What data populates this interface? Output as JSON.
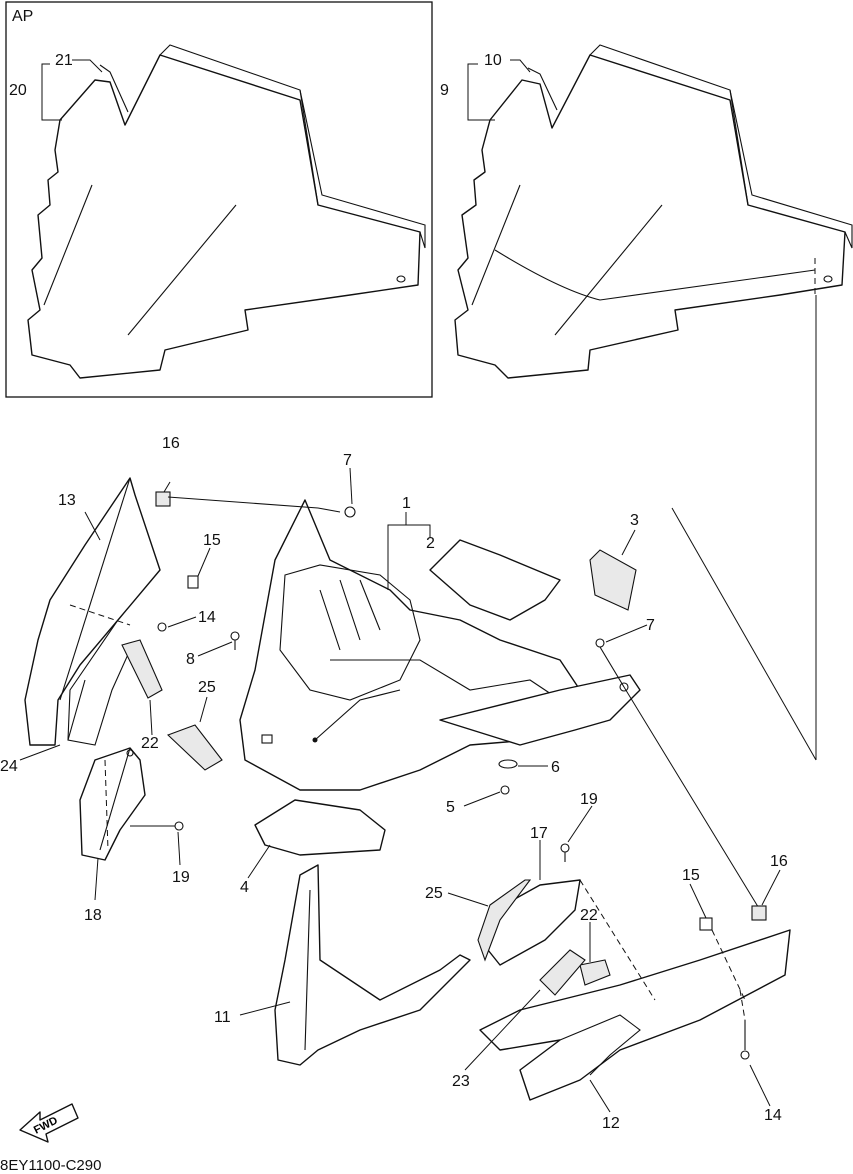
{
  "inset_label": "AP",
  "part_labels": [
    "21",
    "20",
    "10",
    "9",
    "16",
    "7",
    "13",
    "1",
    "2",
    "15",
    "3",
    "14",
    "7",
    "8",
    "25",
    "22",
    "6",
    "24",
    "5",
    "19",
    "17",
    "16",
    "15",
    "25",
    "22",
    "19",
    "4",
    "18",
    "11",
    "23",
    "12",
    "14"
  ],
  "fwd_label": "FWD",
  "drawing_code": "8EY1100-C290"
}
